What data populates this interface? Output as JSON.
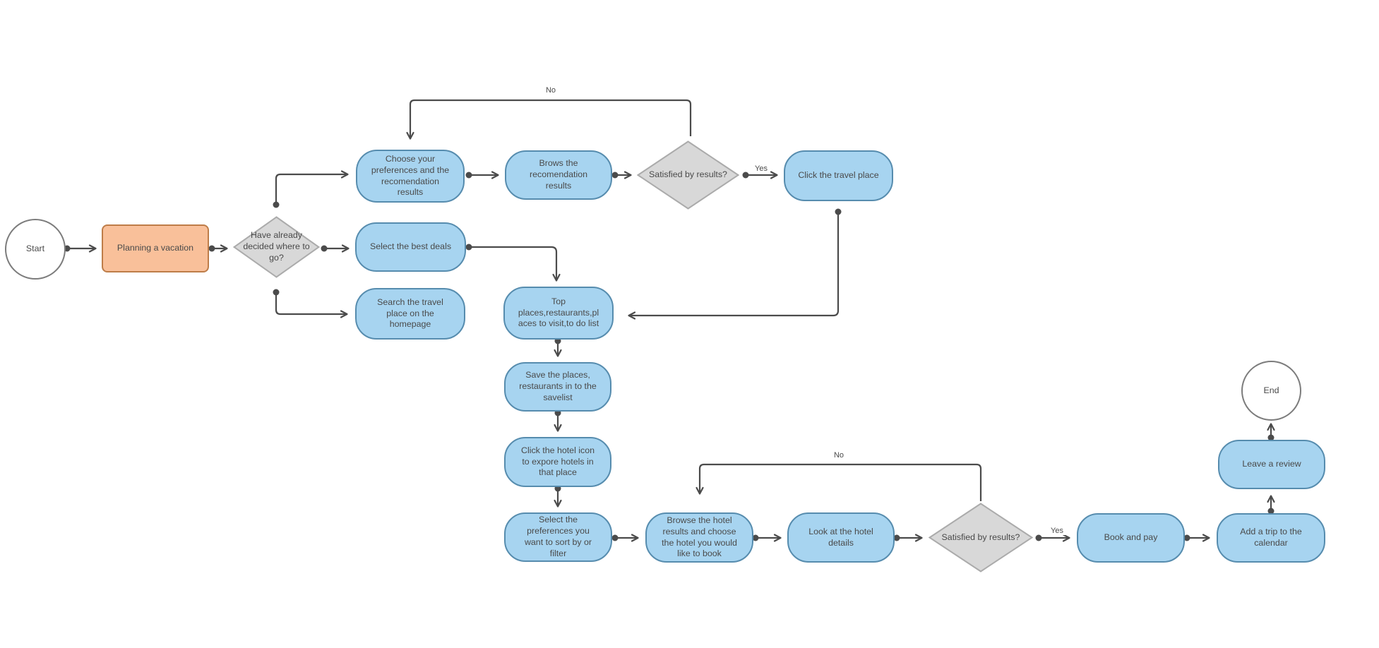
{
  "colors": {
    "background": "#FFFFFF",
    "process_fill": "#A7D4F0",
    "process_border": "#568CAE",
    "start_fill": "#F9C09A",
    "start_border": "#BE7D49",
    "decision_fill": "#D8D8D8",
    "decision_border": "#ABABAB",
    "terminator_fill": "#FFFFFF",
    "terminator_border": "#7C7C7C",
    "line": "#4B4B4B",
    "text": "#4A4A4A"
  },
  "nodes": {
    "start": "Start",
    "planning": "Planning a vacation",
    "decide": "Have already decided where to go?",
    "choose": "Choose your preferences and the recomendation results",
    "brows": "Brows the recomendation results",
    "satisfied1": "Satisfied by results?",
    "click_travel": "Click the travel place",
    "select_deals": "Select the best deals",
    "search_travel": "Search the travel place on the homepage",
    "top_places": "Top places,restaurants,places to visit,to do list",
    "save_places": "Save the places, restaurants in to the savelist",
    "click_hotel": "Click the hotel icon to expore hotels in that place",
    "select_pref": "Select the preferences you want to sort by or filter",
    "browse_hotel": "Browse the hotel results and choose the hotel you would like to book",
    "look_details": "Look at the hotel details",
    "satisfied2": "Satisfied by results?",
    "book_pay": "Book and pay",
    "add_trip": "Add a trip to the calendar",
    "leave_review": "Leave a review",
    "end": "End"
  },
  "edge_labels": {
    "no_top": "No",
    "yes_top": "Yes",
    "no_bottom": "No",
    "yes_bottom": "Yes"
  }
}
